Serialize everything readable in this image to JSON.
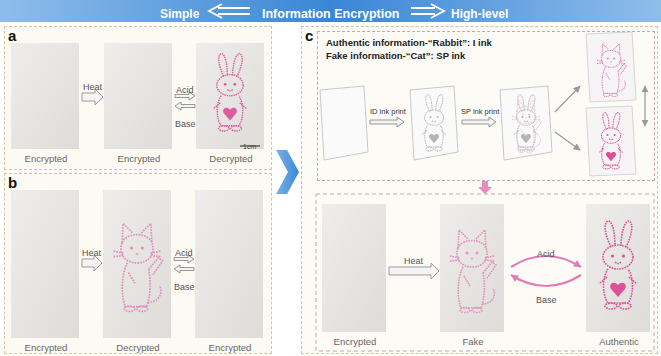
{
  "diagram": {
    "title": "Information Encryption",
    "nodes": [
      {
        "text": [
          "a"
        ]
      },
      {
        "text": [
          "Encrypted"
        ],
        "in": 0
      },
      {
        "text": [
          "Encrypted"
        ],
        "in": 0
      },
      {
        "text": [
          "Decrypted"
        ],
        "in": 0
      },
      {
        "text": [
          "b"
        ]
      },
      {
        "text": [
          "Encrypted"
        ],
        "in": 4
      },
      {
        "text": [
          "Decrypted"
        ],
        "in": 4
      },
      {
        "text": [
          "Encrypted"
        ],
        "in": 4
      },
      {
        "text": [
          "c"
        ]
      },
      {
        "text": [
          "Authentic information-“Rabbit”: I ink",
          "Fake information-“Cat”: SP ink"
        ],
        "in": 8
      },
      {
        "text": [
          "Encrypted"
        ],
        "in": 8
      },
      {
        "text": [
          "Fake"
        ],
        "in": 8
      },
      {
        "text": [
          "Authentic"
        ],
        "in": 8
      }
    ],
    "edges": [
      {
        "from": 1,
        "to": 2,
        "label": "Heat",
        "arrow": "to"
      },
      {
        "from": 2,
        "to": 3,
        "label": "Acid",
        "arrow": "to"
      },
      {
        "from": 3,
        "to": 2,
        "label": "Base",
        "arrow": "to"
      },
      {
        "from": 5,
        "to": 6,
        "label": "Heat",
        "arrow": "to"
      },
      {
        "from": 6,
        "to": 7,
        "label": "Acid",
        "arrow": "to"
      },
      {
        "from": 7,
        "to": 6,
        "label": "Base",
        "arrow": "to"
      },
      {
        "from": 10,
        "to": 11,
        "label": "Heat",
        "arrow": "to"
      },
      {
        "from": 11,
        "to": 12,
        "label": "Acid",
        "arrow": "to"
      },
      {
        "from": 12,
        "to": 11,
        "label": "Base",
        "arrow": "to"
      }
    ],
    "labels": [
      "Simple",
      "High-level",
      "1cm",
      "ID ink print",
      "SP ink print"
    ]
  }
}
